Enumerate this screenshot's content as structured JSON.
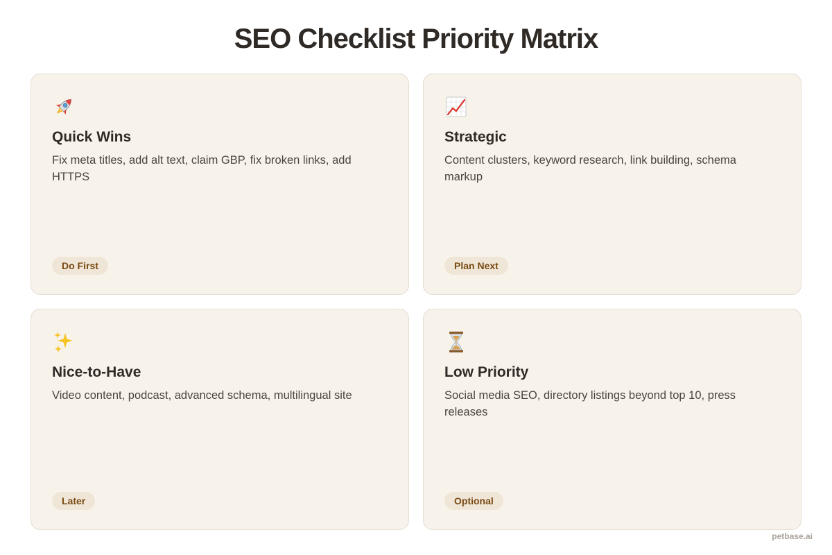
{
  "title": "SEO Checklist Priority Matrix",
  "cards": [
    {
      "icon": "rocket-icon",
      "title": "Quick Wins",
      "description": "Fix meta titles, add alt text, claim GBP, fix broken links, add HTTPS",
      "badge": "Do First"
    },
    {
      "icon": "chart-increasing-icon",
      "title": "Strategic",
      "description": "Content clusters, keyword research, link building, schema markup",
      "badge": "Plan Next"
    },
    {
      "icon": "sparkles-icon",
      "title": "Nice-to-Have",
      "description": "Video content, podcast, advanced schema, multilingual site",
      "badge": "Later"
    },
    {
      "icon": "hourglass-icon",
      "title": "Low Priority",
      "description": "Social media SEO, directory listings beyond top 10, press releases",
      "badge": "Optional"
    }
  ],
  "watermark": "petbase.ai",
  "colors": {
    "card_background": "#f8f3ea",
    "card_border": "#e4ddd2",
    "badge_background": "#efe6d8",
    "badge_text": "#7a4a12",
    "title_text": "#2f2a26"
  }
}
